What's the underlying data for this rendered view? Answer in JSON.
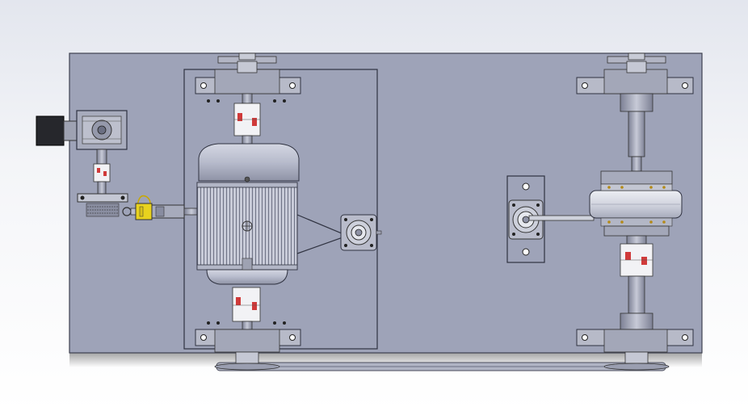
{
  "viewport": {
    "background_top": "#e3e6ee",
    "background_bottom": "#ffffff"
  },
  "colors": {
    "base_plate": "#9ea3b8",
    "base_plate_edge": "#3e4150",
    "motor_body": "#b6bacb",
    "motor_fins": "#c9ccd8",
    "coupling_white": "#f2f2f5",
    "coupling_red": "#d03a3a",
    "sensor_yellow": "#e8d21e",
    "stepper_black": "#26272c",
    "belt": "#a9adbd"
  },
  "components": [
    {
      "id": "stepper-motor",
      "icon": "stepper-motor-icon"
    },
    {
      "id": "gear-reducer",
      "icon": "gearbox-icon"
    },
    {
      "id": "main-motor",
      "icon": "motor-icon"
    },
    {
      "id": "flange-bearing-left",
      "icon": "bearing-icon"
    },
    {
      "id": "flange-bearing-right",
      "icon": "bearing-icon"
    },
    {
      "id": "jaw-coupling",
      "icon": "coupling-icon"
    },
    {
      "id": "torque-sensor",
      "icon": "sensor-icon"
    },
    {
      "id": "pillow-block",
      "icon": "pillow-block-icon"
    },
    {
      "id": "brake-disk",
      "icon": "disk-icon"
    },
    {
      "id": "drive-belt",
      "icon": "belt-icon"
    }
  ]
}
